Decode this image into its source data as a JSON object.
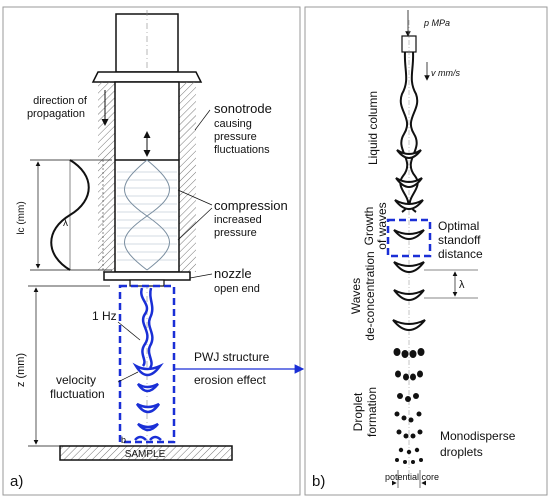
{
  "panel_a": {
    "label": "a)",
    "direction": [
      "direction of",
      "propagation"
    ],
    "sonotrode": {
      "title": "sonotrode",
      "lines": [
        "causing",
        "pressure",
        "fluctuations"
      ]
    },
    "compression": {
      "title": "compression",
      "lines": [
        "increased",
        "pressure"
      ]
    },
    "nozzle": {
      "title": "nozzle",
      "sub": "open end"
    },
    "lc_label": "lc (mm)",
    "lambda": "λ",
    "freq": "1 Hz",
    "z_label": "z (mm)",
    "velocity": [
      "velocity",
      "fluctuation"
    ],
    "pwj": [
      "PWJ structure",
      "erosion effect"
    ],
    "b": "b",
    "sample": "SAMPLE"
  },
  "panel_b": {
    "label": "b)",
    "p": "p MPa",
    "v": "v mm/s",
    "liquid_column": "Liquid column",
    "growth": [
      "Growth",
      "of waves"
    ],
    "optimal": [
      "Optimal",
      "standoff",
      "distance"
    ],
    "waves": [
      "Waves",
      "de-concentration"
    ],
    "lambda": "λ",
    "droplet": [
      "Droplet",
      "formation"
    ],
    "mono": [
      "Monodisperse",
      "droplets"
    ],
    "core": "potential core"
  },
  "colors": {
    "accent": "#1a2fd6",
    "line": "#111111",
    "hatch": "#777777"
  }
}
